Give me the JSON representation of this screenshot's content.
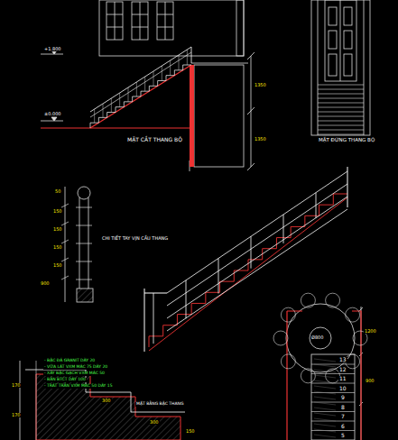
{
  "diagram": {
    "labels": [
      "MẶT CẮT THANG BỘ",
      "MẶT ĐỨNG THANG BỘ",
      "CHI TIẾT TAY VỊN CẦU THANG",
      "±0.000",
      "+1.800",
      "1350",
      "1350",
      "50",
      "150",
      "150",
      "150",
      "150",
      "900",
      "- BẬC ĐÁ GRANIT DÀY 20",
      "- VỮA LÁT VXM MÁC 75 DÀY 20",
      "- XÂY BẬC GẠCH VXM MÁC 50",
      "- BẢN BTCT DÀY 100",
      "- TRÁT TRẦN VXM MÁC 50 DÀY 15",
      "MẶT BẰNG BẬC THANG",
      "170",
      "170",
      "300",
      "300",
      "150",
      "13",
      "12",
      "11",
      "10",
      "9",
      "8",
      "7",
      "6",
      "5",
      "1200",
      "900",
      "Ø800"
    ]
  }
}
